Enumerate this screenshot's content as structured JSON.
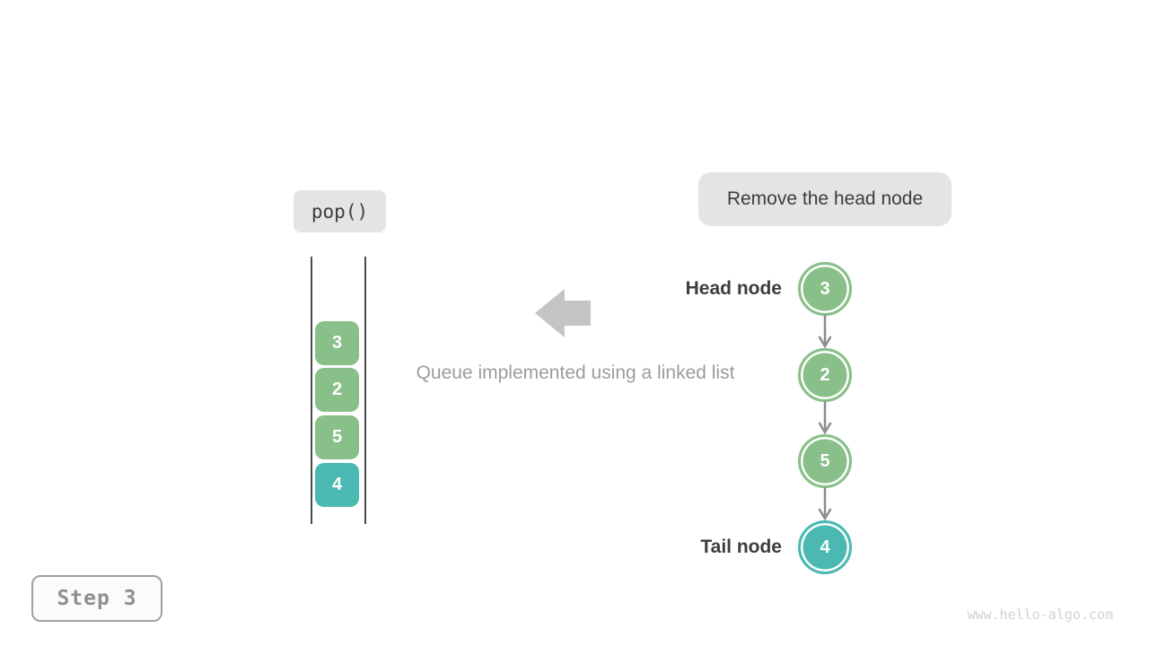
{
  "colors": {
    "node_green": "#89bf88",
    "node_teal": "#4bb9b1",
    "label_box_bg": "#e4e4e4",
    "text_dark": "#3d3d3d",
    "muted_text": "#9c9c9c",
    "arrow_gray": "#c4c4c4",
    "connector_gray": "#8c8c8c",
    "wall_gray": "#4a4a4a",
    "watermark_gray": "#d2d2d2"
  },
  "operation": {
    "label": "pop()"
  },
  "annotation": {
    "label": "Remove the head node"
  },
  "queue": {
    "items": [
      {
        "value": "3",
        "variant": "green"
      },
      {
        "value": "2",
        "variant": "green"
      },
      {
        "value": "5",
        "variant": "green"
      },
      {
        "value": "4",
        "variant": "teal"
      }
    ]
  },
  "caption": "Queue implemented using a linked list",
  "linked_list": {
    "head_label": "Head node",
    "tail_label": "Tail node",
    "nodes": [
      {
        "value": "3",
        "variant": "green"
      },
      {
        "value": "2",
        "variant": "green"
      },
      {
        "value": "5",
        "variant": "green"
      },
      {
        "value": "4",
        "variant": "teal"
      }
    ]
  },
  "step": {
    "label": "Step 3"
  },
  "watermark": "www.hello-algo.com"
}
